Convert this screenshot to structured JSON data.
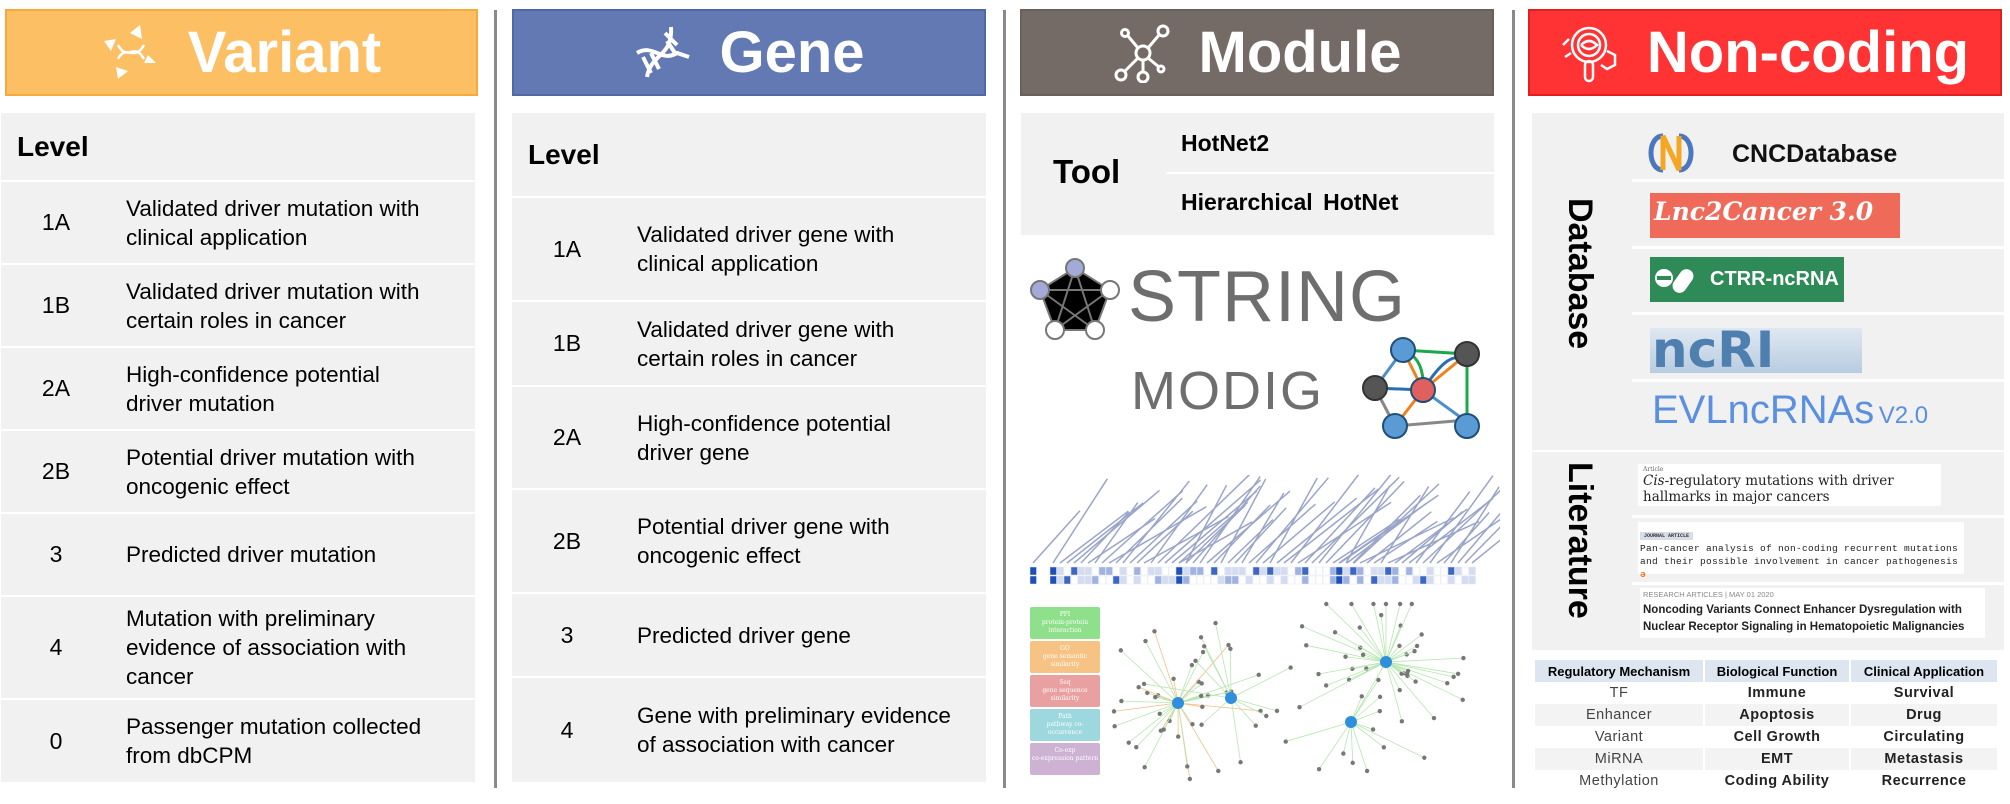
{
  "columns": {
    "variant": {
      "title": "Variant",
      "color": "#FCBF63",
      "icon": "dna-scatter-icon"
    },
    "gene": {
      "title": "Gene",
      "color": "#6279B3",
      "icon": "dna-helix-icon"
    },
    "module": {
      "title": "Module",
      "color": "#756B66",
      "icon": "network-hub-icon"
    },
    "noncoding": {
      "title": "Non-coding",
      "color": "#FF3333",
      "icon": "magnifier-microbe-icon"
    }
  },
  "variant_table": {
    "header": "Level",
    "rows": [
      {
        "level": "1A",
        "desc": "Validated driver mutation with clinical application"
      },
      {
        "level": "1B",
        "desc": "Validated driver mutation with certain roles in cancer"
      },
      {
        "level": "2A",
        "desc": "High-confidence potential driver mutation"
      },
      {
        "level": "2B",
        "desc": "Potential driver mutation with oncogenic effect"
      },
      {
        "level": "3",
        "desc": "Predicted driver mutation"
      },
      {
        "level": "4",
        "desc": "Mutation with preliminary evidence of association with cancer"
      },
      {
        "level": "0",
        "desc": "Passenger mutation collected from dbCPM"
      }
    ]
  },
  "gene_table": {
    "header": "Level",
    "rows": [
      {
        "level": "1A",
        "desc": "Validated driver gene with clinical application"
      },
      {
        "level": "1B",
        "desc": "Validated driver gene with certain roles in cancer"
      },
      {
        "level": "2A",
        "desc": "High-confidence potential driver gene"
      },
      {
        "level": "2B",
        "desc": "Potential driver gene with oncogenic effect"
      },
      {
        "level": "3",
        "desc": "Predicted driver gene"
      },
      {
        "level": "4",
        "desc": "Gene with preliminary evidence of association with cancer"
      }
    ]
  },
  "module": {
    "tool_label": "Tool",
    "tools": [
      "HotNet2",
      "Hierarchical HotNet"
    ],
    "string_logo": "STRING",
    "modig_logo": "MODIG",
    "legend": [
      {
        "title": "PPI",
        "desc": "protein-protein interaction",
        "color": "#8FE08A"
      },
      {
        "title": "GO",
        "desc": "gene semantic similarity",
        "color": "#F6C384"
      },
      {
        "title": "Seq",
        "desc": "gene sequence similarity",
        "color": "#E8A0A0"
      },
      {
        "title": "Path",
        "desc": "pathway co-occurrence",
        "color": "#9CD8DE"
      },
      {
        "title": "Co-exp",
        "desc": "co-expression pattern",
        "color": "#CDB2D4"
      }
    ]
  },
  "noncoding": {
    "database_label": "Database",
    "literature_label": "Literature",
    "databases": [
      "CNCDatabase",
      "Lnc2Cancer 3.0",
      "CTRR-ncRNA",
      "ncRI",
      "EVLncRNAs",
      "V2.0"
    ],
    "literature": [
      {
        "tag": "Article",
        "title_italic": "Cis",
        "title": "-regulatory mutations with driver hallmarks in major cancers"
      },
      {
        "tag": "JOURNAL ARTICLE",
        "title": "Pan-cancer analysis of non-coding recurrent mutations and their possible involvement in cancer pathogenesis"
      },
      {
        "tag": "RESEARCH ARTICLES |  MAY 01 2020",
        "title": "Noncoding Variants Connect Enhancer Dysregulation with Nuclear Receptor Signaling in Hematopoietic Malignancies"
      }
    ],
    "table": {
      "headers": [
        "Regulatory Mechanism",
        "Biological Function",
        "Clinical Application"
      ],
      "rows": [
        [
          "TF",
          "Immune",
          "Survival"
        ],
        [
          "Enhancer",
          "Apoptosis",
          "Drug"
        ],
        [
          "Variant",
          "Cell Growth",
          "Circulating"
        ],
        [
          "MiRNA",
          "EMT",
          "Metastasis"
        ],
        [
          "Methylation",
          "Coding Ability",
          "Recurrence"
        ]
      ]
    }
  }
}
